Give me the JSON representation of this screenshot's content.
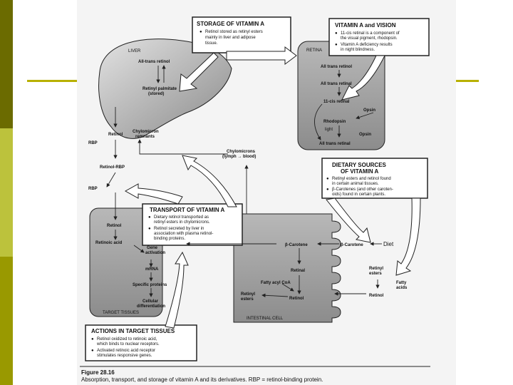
{
  "colors": {
    "strip_dark": "#6b6b00",
    "strip_light": "#bcc23c",
    "strip_mid": "#999900",
    "rule": "#b8b000",
    "tissue": "#8f8f8f"
  },
  "storage": {
    "title": "STORAGE OF VITAMIN A",
    "b1": [
      "Retinol stored as retinyl esters",
      "mainly in liver and adipose",
      "tissue."
    ]
  },
  "vision": {
    "title": "VITAMIN A and VISION",
    "b1": [
      "11-cis retinal is a component of",
      "the visual pigment, rhodopsin."
    ],
    "b2": [
      "Vitamin A deficiency results",
      "in night blindness."
    ]
  },
  "dietary": {
    "title": [
      "DIETARY SOURCES",
      "OF VITAMIN A"
    ],
    "b1": [
      "Retinyl esters and retinol found",
      "in certain animal tissues."
    ],
    "b2": [
      "β-Carotenes (and other caroten-",
      "oids) found in certain plants."
    ]
  },
  "transport": {
    "title": "TRANSPORT OF VITAMIN A",
    "b1": [
      "Dietary retinol transported as",
      "retinyl esters in chylomicrons."
    ],
    "b2": [
      "Retinol secreted by liver in",
      "association with plasma retinol-",
      "binding proteins."
    ]
  },
  "actions": {
    "title": "ACTIONS IN TARGET TISSUES",
    "b1": [
      "Retinol oxidized to retinoic acid,",
      "which binds to nuclear receptors."
    ],
    "b2": [
      "Activated retinoic acid receptor",
      "stimulates responsive genes."
    ]
  },
  "liver": {
    "label": "LIVER",
    "all_trans": "All-trans retinol",
    "palmitate": [
      "Retinyl palmitate",
      "(stored)"
    ],
    "retinol": "Retinol",
    "remnants": [
      "Chylomicron",
      "remnants"
    ]
  },
  "retina": {
    "label": "RETINA",
    "s1": "All trans retinol",
    "s2": "All trans retinal",
    "s3": "11-cis retinal",
    "opsin": "Opsin",
    "rhodopsin": "Rhodopsin",
    "light": "light",
    "opsin2": "Opsin",
    "s4": "All trans retinal"
  },
  "blood": {
    "rbp": "RBP",
    "retinol_rbp": "Retinol-RBP",
    "rbp2": "RBP",
    "chylomicrons": [
      "Chylomicrons",
      "(lymph → blood)"
    ]
  },
  "target": {
    "retinol": "Retinol",
    "retinoic_acid": "Retinoic acid",
    "gene": [
      "Gene",
      "activation"
    ],
    "mrna": "mRNA",
    "proteins": "Specific proteins",
    "diff": [
      "Cellular",
      "differentiation"
    ],
    "label": "TARGET TISSUES"
  },
  "intestine": {
    "bcarotene1": "β-Carotene",
    "bcarotene2": "β-Carotene",
    "diet": "Diet",
    "retinal": "Retinal",
    "retinyl_esters": [
      "Retinyl",
      "esters"
    ],
    "fatty_acyl": "Fatty acyl CoA",
    "fatty_acids": [
      "Fatty",
      "acids"
    ],
    "retinol1": "Retinol",
    "retinol2": "Retinol",
    "retinyl_esters2": [
      "Retinyl",
      "esters"
    ],
    "label": "INTESTINAL CELL"
  },
  "caption": {
    "fig": "Figure 28.16",
    "text": "Absorption, transport, and storage of vitamin A and its derivatives.  RBP = retinol-binding protein."
  }
}
